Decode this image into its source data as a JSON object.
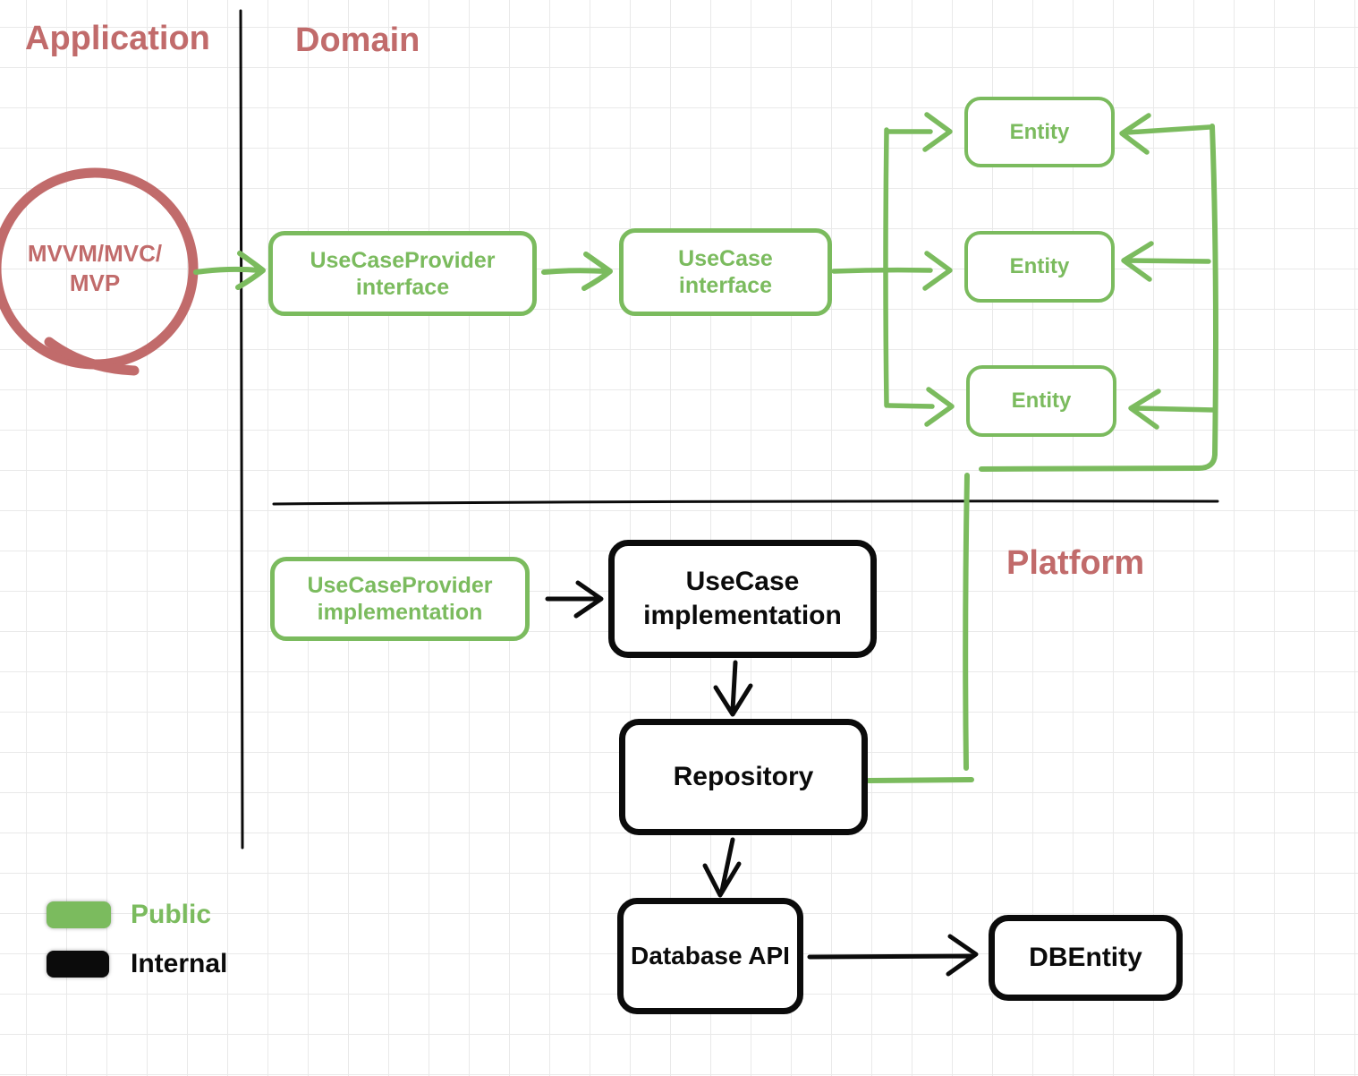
{
  "colors": {
    "public_green": "#7bbb5e",
    "internal_black": "#0b0b0b",
    "section_red": "#c16b6b",
    "grid_line": "#e9e9e9",
    "canvas_white": "#ffffff"
  },
  "sections": {
    "application": "Application",
    "domain": "Domain",
    "platform": "Platform"
  },
  "nodes": {
    "presentation_pattern": "MVVM/MVC/\nMVP",
    "usecase_provider_interface": "UseCaseProvider\ninterface",
    "usecase_interface": "UseCase\ninterface",
    "entity": "Entity",
    "usecase_provider_implementation": "UseCaseProvider\nimplementation",
    "usecase_implementation": "UseCase\nimplementation",
    "repository": "Repository",
    "database_api": "Database API",
    "db_entity": "DBEntity"
  },
  "legend": {
    "public_label": "Public",
    "internal_label": "Internal"
  }
}
